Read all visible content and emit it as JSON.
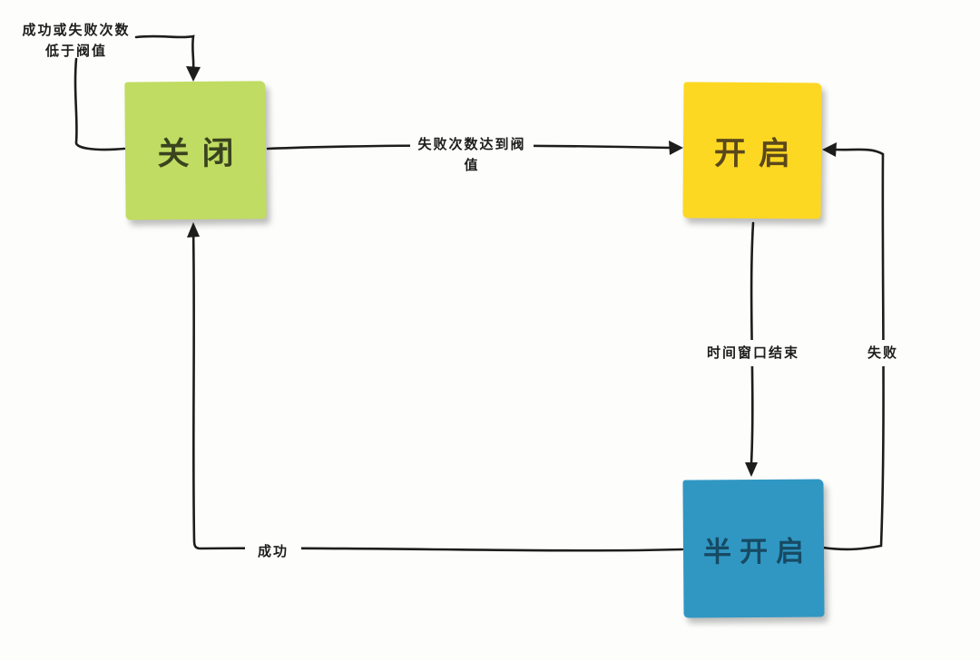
{
  "diagram": {
    "kind": "hand-drawn-state-diagram",
    "line_color": "#1d1d1b",
    "background": "#fdfdfc",
    "states": {
      "closed": {
        "label": "关闭",
        "color": "#c0dc62",
        "text_color": "#3a431f"
      },
      "open": {
        "label": "开启",
        "color": "#fdd822",
        "text_color": "#5a481c"
      },
      "half_open": {
        "label": "半开启",
        "color": "#3097c3",
        "text_color": "#174a63"
      }
    },
    "transitions": {
      "closed_self": {
        "from": "关闭",
        "to": "关闭",
        "lines": [
          "成功或失败次数",
          "低于阀值"
        ]
      },
      "closed_to_open": {
        "from": "关闭",
        "to": "开启",
        "lines": [
          "失败次数达到阀",
          "值"
        ]
      },
      "open_to_half": {
        "from": "开启",
        "to": "半开启",
        "label": "时间窗口结束"
      },
      "half_to_open": {
        "from": "半开启",
        "to": "开启",
        "label": "失败"
      },
      "half_to_closed": {
        "from": "半开启",
        "to": "关闭",
        "label": "成功"
      }
    }
  }
}
